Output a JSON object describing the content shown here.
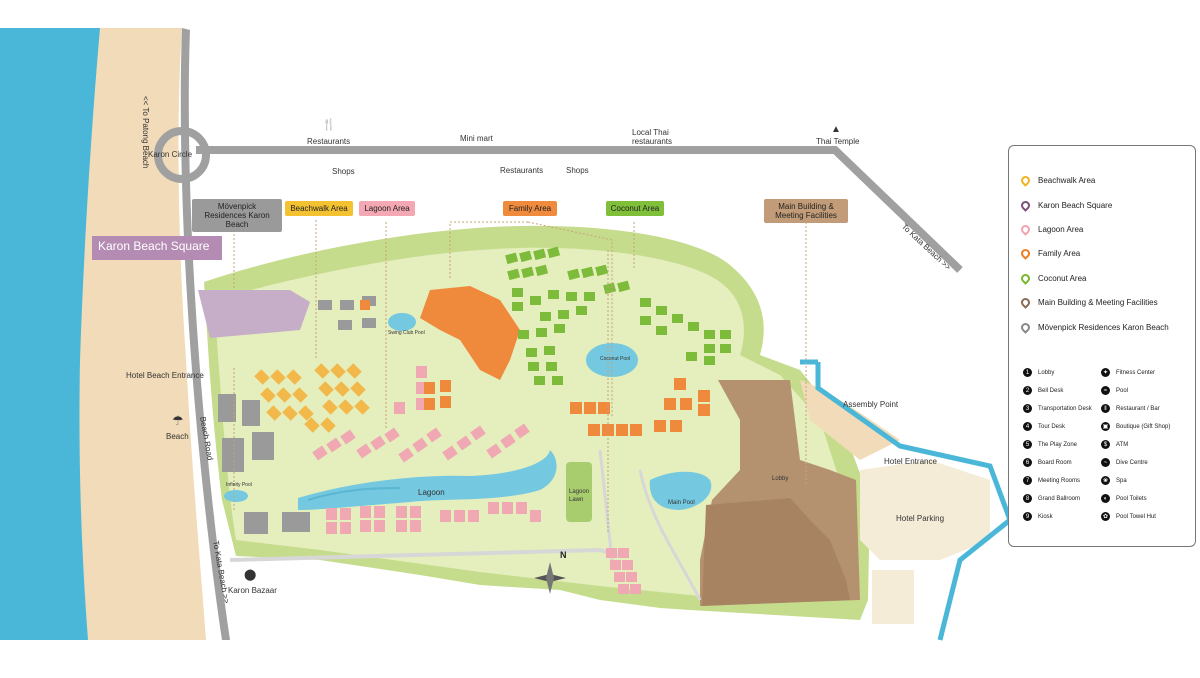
{
  "map": {
    "beach_label": "Beach",
    "beach_road_label": "Beach Road",
    "hotel_beach_entrance": "Hotel Beach Entrance",
    "karon_circle": "Karon Circle",
    "to_patong": "<< To Patong Beach",
    "to_kata_left": "To Kata Beach >>",
    "to_kata_right": "To Kata Beach >>",
    "karon_bazaar": "Karon Bazaar",
    "lagoon": "Lagoon",
    "lagoon_lawn": "Lagoon Lawn",
    "main_pool": "Main Pool",
    "coconut_pool": "Coconut Pool",
    "hotel_parking": "Hotel Parking",
    "hotel_entrance": "Hotel Entrance",
    "assembly_point": "Assembly Point",
    "karon_beach_square_banner": "Karon Beach Square",
    "lobby_label": "Lobby",
    "infinity_pool": "Infinity Pool",
    "swing_club_pool": "Swing Club Pool"
  },
  "road_pois": [
    {
      "name": "Restaurants"
    },
    {
      "name": "Shops"
    },
    {
      "name": "Mini mart"
    },
    {
      "name": "Restaurants"
    },
    {
      "name": "Shops"
    },
    {
      "name": "Local Thai restaurants"
    },
    {
      "name": "Thai Temple"
    }
  ],
  "area_tags": [
    {
      "name": "Mövenpick Residences Karon Beach",
      "color": "#8a8a8a"
    },
    {
      "name": "Beachwalk Area",
      "color": "#f2b21e"
    },
    {
      "name": "Lagoon Area",
      "color": "#f2a3ae"
    },
    {
      "name": "Family Area",
      "color": "#ef8a3c"
    },
    {
      "name": "Coconut Area",
      "color": "#7dbb3a"
    },
    {
      "name": "Main Building & Meeting Facilities",
      "color": "#b9916b"
    }
  ],
  "legend": {
    "areas": [
      {
        "label": "Beachwalk Area",
        "color": "#f2b21e"
      },
      {
        "label": "Karon Beach Square",
        "color": "#7a4d7a"
      },
      {
        "label": "Lagoon Area",
        "color": "#f2a3ae"
      },
      {
        "label": "Family Area",
        "color": "#ef7d22"
      },
      {
        "label": "Coconut Area",
        "color": "#76b82a"
      },
      {
        "label": "Main Building & Meeting Facilities",
        "color": "#8a6a50"
      },
      {
        "label": "Mövenpick Residences Karon Beach",
        "color": "#888888"
      }
    ],
    "facilities_left": [
      {
        "num": "1",
        "label": "Lobby"
      },
      {
        "num": "2",
        "label": "Bell Desk"
      },
      {
        "num": "3",
        "label": "Transportation Desk"
      },
      {
        "num": "4",
        "label": "Tour Desk"
      },
      {
        "num": "5",
        "label": "The Play Zone"
      },
      {
        "num": "6",
        "label": "Board Room"
      },
      {
        "num": "7",
        "label": "Meeting Rooms"
      },
      {
        "num": "8",
        "label": "Grand Ballroom"
      },
      {
        "num": "9",
        "label": "Kiosk"
      }
    ],
    "facilities_right": [
      {
        "icon": "fitness-icon",
        "label": "Fitness Center"
      },
      {
        "icon": "pool-icon",
        "label": "Pool"
      },
      {
        "icon": "restaurant-icon",
        "label": "Restaurant / Bar"
      },
      {
        "icon": "boutique-icon",
        "label": "Boutique (Gift Shop)"
      },
      {
        "icon": "atm-icon",
        "label": "ATM"
      },
      {
        "icon": "dive-icon",
        "label": "Dive Centre"
      },
      {
        "icon": "spa-icon",
        "label": "Spa"
      },
      {
        "icon": "toilets-icon",
        "label": "Pool Toilets"
      },
      {
        "icon": "towel-icon",
        "label": "Pool Towel Hut"
      }
    ]
  }
}
